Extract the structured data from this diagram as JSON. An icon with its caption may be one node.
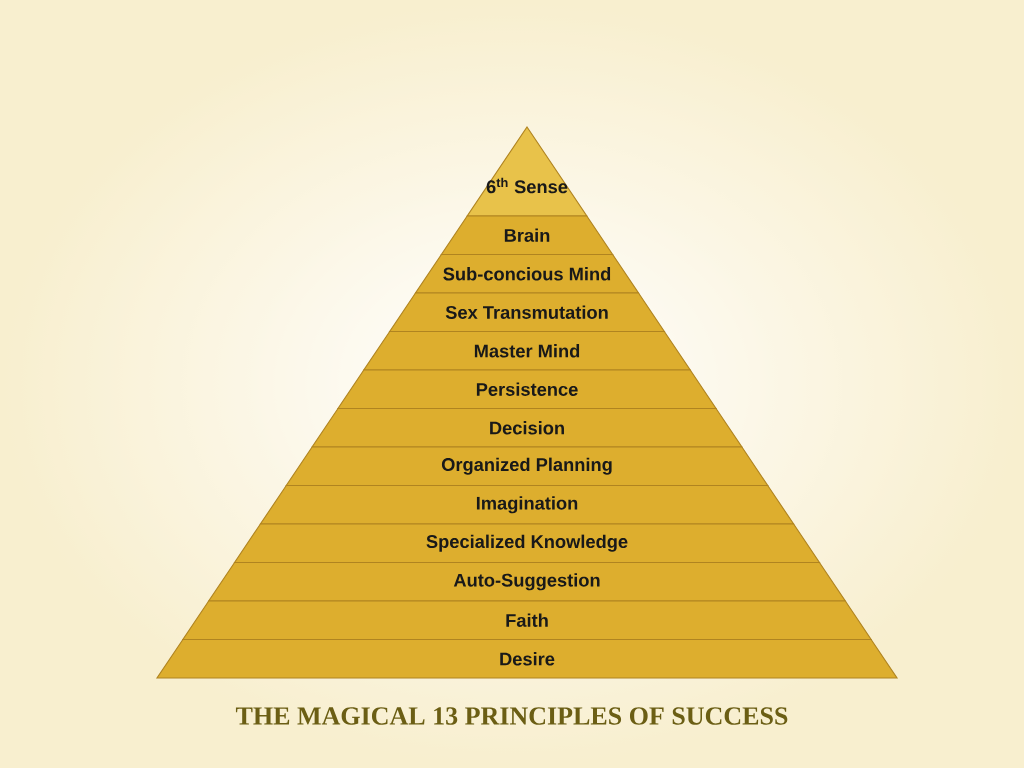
{
  "diagram": {
    "caption": "THE MAGICAL 13 PRINCIPLES OF SUCCESS",
    "nodes": [
      {
        "text": [
          "6$^{th}$ Sense"
        ]
      },
      {
        "text": [
          "Brain"
        ]
      },
      {
        "text": [
          "Sub-concious Mind"
        ]
      },
      {
        "text": [
          "Sex Transmutation"
        ]
      },
      {
        "text": [
          "Master Mind"
        ]
      },
      {
        "text": [
          "Persistence"
        ]
      },
      {
        "text": [
          "Decision"
        ]
      },
      {
        "text": [
          "Organized Planning"
        ]
      },
      {
        "text": [
          "Imagination"
        ]
      },
      {
        "text": [
          "Specialized Knowledge"
        ]
      },
      {
        "text": [
          "Auto-Suggestion"
        ]
      },
      {
        "text": [
          "Faith"
        ]
      },
      {
        "text": [
          "Desire"
        ]
      }
    ]
  }
}
